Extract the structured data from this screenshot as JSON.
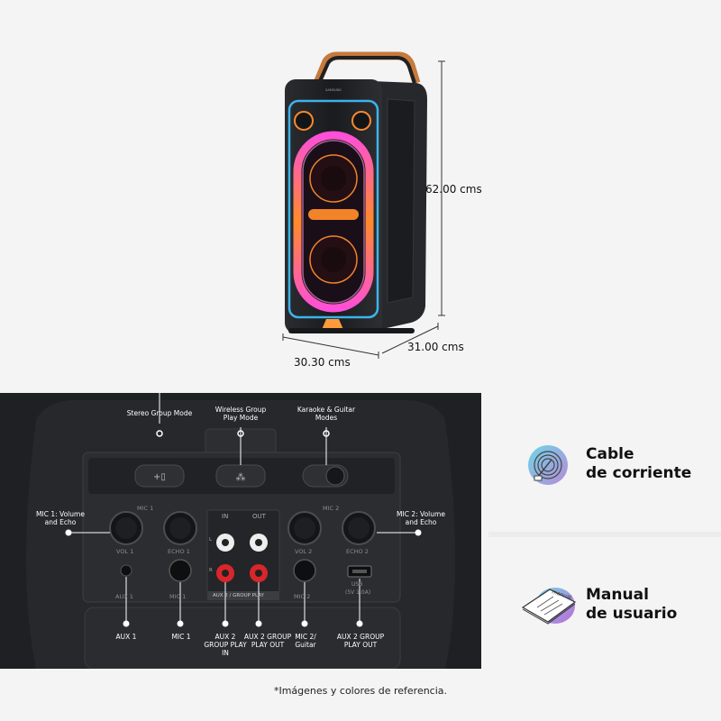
{
  "dimensions": {
    "height": "62.00 cms",
    "width": "30.30 cms",
    "depth": "31.00 cms"
  },
  "speaker": {
    "brand": "SAMSUNG"
  },
  "panel": {
    "callouts": {
      "stereo_group_mode": "Stereo Group Mode",
      "wireless_group_play": "Wireless Group Play Mode",
      "karaoke_guitar": "Karaoke & Guitar Modes",
      "mic1_volume_echo": "MIC 1: Volume and Echo",
      "mic2_volume_echo": "MIC 2: Volume and Echo",
      "aux1": "AUX 1",
      "mic1": "MIC 1",
      "aux2_in": "AUX 2 GROUP PLAY IN",
      "aux2_out_center": "AUX 2 GROUP PLAY OUT",
      "mic2_guitar": "MIC 2/ Guitar",
      "aux2_out_right": "AUX 2 GROUP PLAY OUT"
    },
    "device_labels": {
      "mic1_top": "MIC 1",
      "mic2_top": "MIC 2",
      "in": "IN",
      "out": "OUT",
      "vol1": "VOL 1",
      "echo1": "ECHO 1",
      "vol2": "VOL 2",
      "echo2": "ECHO 2",
      "aux1": "AUX 1",
      "mic1": "MIC 1",
      "mic2": "MIC 2",
      "aux2_group_play": "AUX 2 / GROUP PLAY",
      "usb": "USB",
      "usb_rating": "(5V 1.0A)",
      "l": "L",
      "r": "R"
    }
  },
  "accessories": [
    {
      "title_line1": "Cable",
      "title_line2": "de corriente",
      "icon": "power-cable-icon"
    },
    {
      "title_line1": "Manual",
      "title_line2": "de usuario",
      "icon": "user-manual-icon",
      "booklet_text": "manual"
    }
  ],
  "footnote": "*Imágenes y colores de referencia.",
  "colors": {
    "glow_pink": "#ff4fd8",
    "glow_orange": "#ff8a2a",
    "glow_blue": "#3fc3ff",
    "panel_bg": "#1e2023",
    "rca_red": "#d8262b",
    "rca_white": "#eeeeee"
  }
}
